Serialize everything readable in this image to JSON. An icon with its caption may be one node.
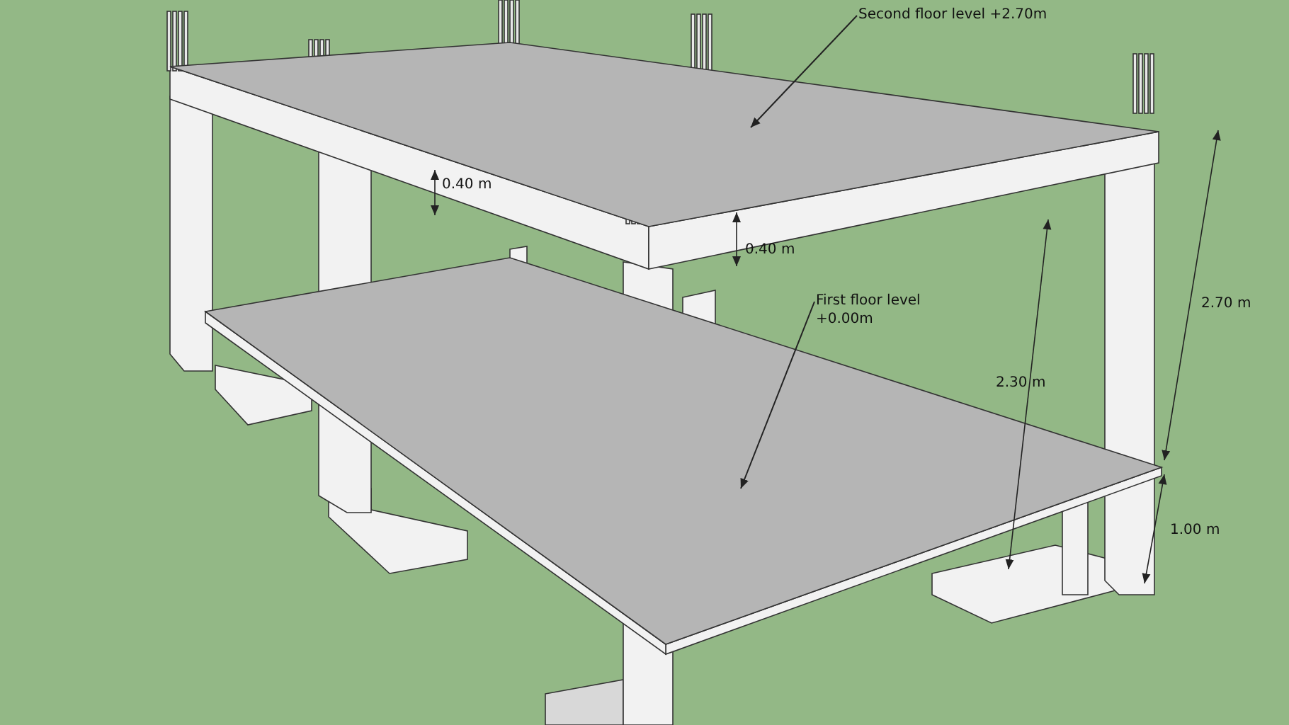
{
  "diagram": {
    "nodes": [
      {
        "text": [
          "Second floor level +2.70m"
        ]
      },
      {
        "text": [],
        "shape": "box"
      },
      {
        "text": [
          "First floor level +0.00m"
        ]
      },
      {
        "text": [],
        "shape": "box"
      }
    ],
    "edges": [
      {
        "from": 0,
        "to": 1,
        "arrow": "to"
      },
      {
        "from": 2,
        "to": 3,
        "arrow": "to"
      }
    ],
    "labels": [
      "0.40 m",
      "0.40 m",
      "2.70 m",
      "2.30 m",
      "1.00 m"
    ]
  }
}
